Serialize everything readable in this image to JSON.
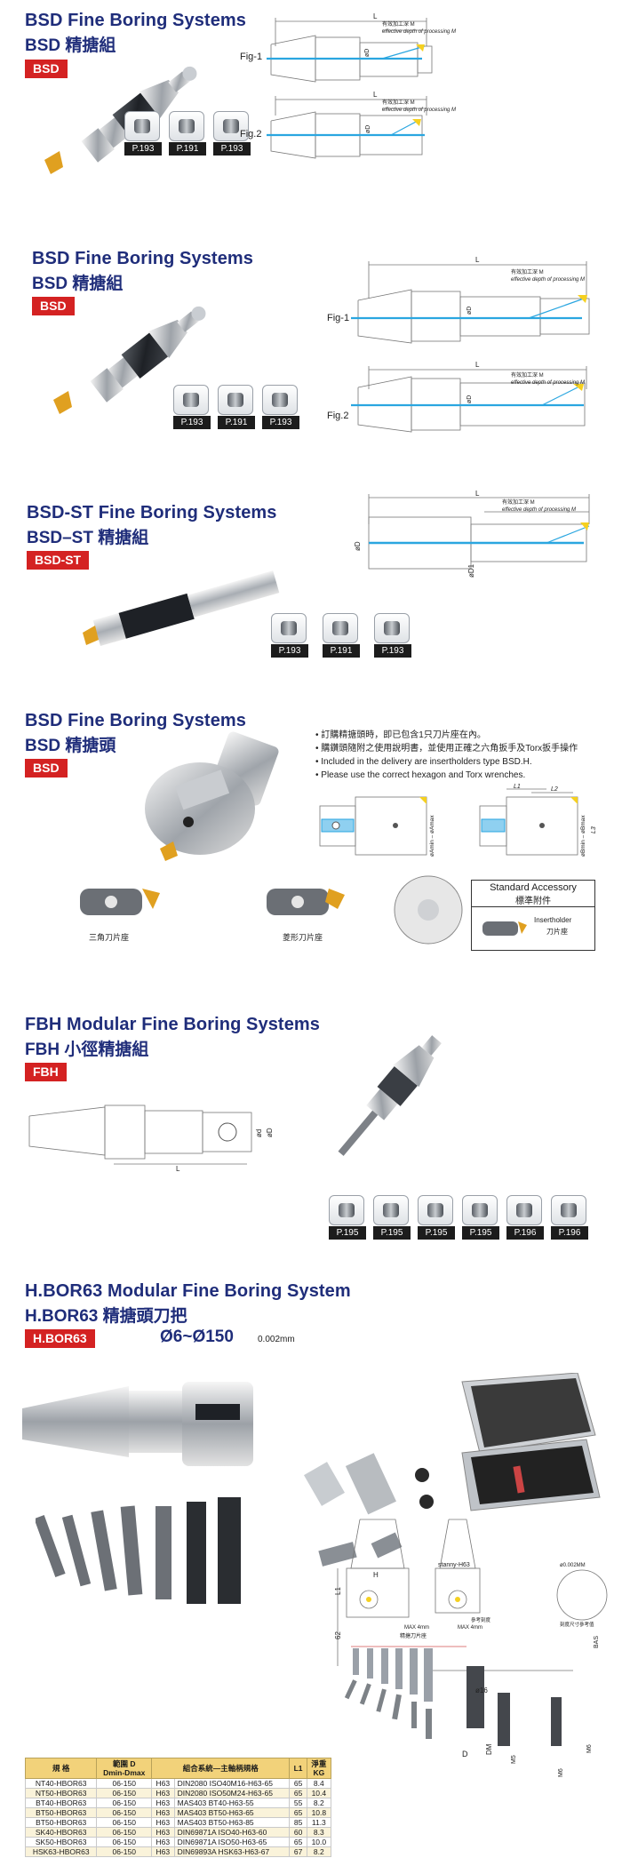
{
  "s1": {
    "title_en": "BSD Fine Boring Systems",
    "title_zh": "BSD 精搪組",
    "badge": "BSD",
    "thumbs": [
      "P.193",
      "P.191",
      "P.193"
    ],
    "fig1": "Fig-1",
    "fig2": "Fig.2",
    "dim_L": "L",
    "dim_D": "øD",
    "depth_zh": "有效加工深 M",
    "depth_en": "effective depth of processing M"
  },
  "s2": {
    "title_en": "BSD Fine Boring Systems",
    "title_zh": "BSD 精搪組",
    "badge": "BSD",
    "thumbs": [
      "P.193",
      "P.191",
      "P.193"
    ],
    "fig1": "Fig-1",
    "fig2": "Fig.2",
    "dim_L": "L",
    "dim_D": "øD",
    "depth_zh": "有效加工深 M",
    "depth_en": "effective depth of processing M"
  },
  "s3": {
    "title_en": "BSD-ST Fine Boring Systems",
    "title_zh": "BSD–ST 精搪組",
    "badge": "BSD-ST",
    "thumbs": [
      "P.193",
      "P.191",
      "P.193"
    ],
    "dim_L": "L",
    "dim_D": "øD",
    "dim_D1": "øD1",
    "depth_zh": "有效加工深 M",
    "depth_en": "effective depth of processing M"
  },
  "s4": {
    "title_en": "BSD Fine Boring Systems",
    "title_zh": "BSD 精搪頭",
    "badge": "BSD",
    "notes": [
      "• 訂購精搪頭時，即已包含1只刀片座在內。",
      "• 購鑽頭隨附之使用說明書，並使用正確之六角扳手及Torx扳手操作",
      "• Included in the delivery are insertholders type BSD.H.",
      "• Please use the correct hexagon and Torx wrenches."
    ],
    "dims": {
      "L1": "L1",
      "L2": "L2",
      "L3": "L3",
      "amin": "øAmin – øAmax",
      "bmin": "øBmin – øBmax"
    },
    "accessory_en": "Standard Accessory",
    "accessory_zh": "標準附件",
    "insertholder_en": "Insertholder",
    "insertholder_zh": "刀片座",
    "holder_tri": "三角刀片座",
    "holder_dia": "菱形刀片座"
  },
  "s5": {
    "title_en": "FBH Modular Fine Boring Systems",
    "title_zh": "FBH 小徑精搪組",
    "badge": "FBH",
    "dims": {
      "L": "L",
      "d": "ød",
      "D": "øD"
    },
    "thumbs": [
      "P.195",
      "P.195",
      "P.195",
      "P.195",
      "P.196",
      "P.196"
    ]
  },
  "s6": {
    "title_en": "H.BOR63 Modular Fine Boring System",
    "title_zh": "H.BOR63 精搪頭刀把",
    "badge": "H.BOR63",
    "range": "Ø6~Ø150",
    "precision": "0.002mm",
    "drawing": {
      "L1": "L1",
      "H": "H",
      "dim62": "62",
      "stanny": "stanny-H63",
      "precision": "ø0.002MM",
      "max4": "MAX 4mm",
      "phi16": "ø16",
      "D": "D",
      "DM": "DM",
      "M6": "M6",
      "M5": "M5",
      "mpaotu": "M6",
      "bas": "BAS",
      "labels": [
        "精搪刀片座",
        "參考刻度",
        "刻度尺寸參考值"
      ]
    },
    "table": {
      "headers": [
        "規 格",
        "範圍 D\nDmin-Dmax",
        "組合系統—主軸柄規格",
        "",
        "L1",
        "淨重\nKG"
      ],
      "rows": [
        [
          "NT40-HBOR63",
          "06-150",
          "H63",
          "DIN2080 ISO40M16-H63-65",
          "65",
          "8.4"
        ],
        [
          "NT50-HBOR63",
          "06-150",
          "H63",
          "DIN2080 ISO50M24-H63-65",
          "65",
          "10.4"
        ],
        [
          "BT40-HBOR63",
          "06-150",
          "H63",
          "MAS403 BT40-H63-55",
          "55",
          "8.2"
        ],
        [
          "BT50-HBOR63",
          "06-150",
          "H63",
          "MAS403 BT50-H63-65",
          "65",
          "10.8"
        ],
        [
          "BT50-HBOR63",
          "06-150",
          "H63",
          "MAS403 BT50-H63-85",
          "85",
          "11.3"
        ],
        [
          "SK40-HBOR63",
          "06-150",
          "H63",
          "DIN69871A ISO40-H63-60",
          "60",
          "8.3"
        ],
        [
          "SK50-HBOR63",
          "06-150",
          "H63",
          "DIN69871A ISO50-H63-65",
          "65",
          "10.0"
        ],
        [
          "HSK63-HBOR63",
          "06-150",
          "H63",
          "DIN69893A HSK63-H63-67",
          "67",
          "8.2"
        ]
      ]
    }
  },
  "colors": {
    "navy": "#1f2d7a",
    "red": "#d42222",
    "blue_line": "#2aa6e0",
    "gold": "#f2d27a"
  }
}
